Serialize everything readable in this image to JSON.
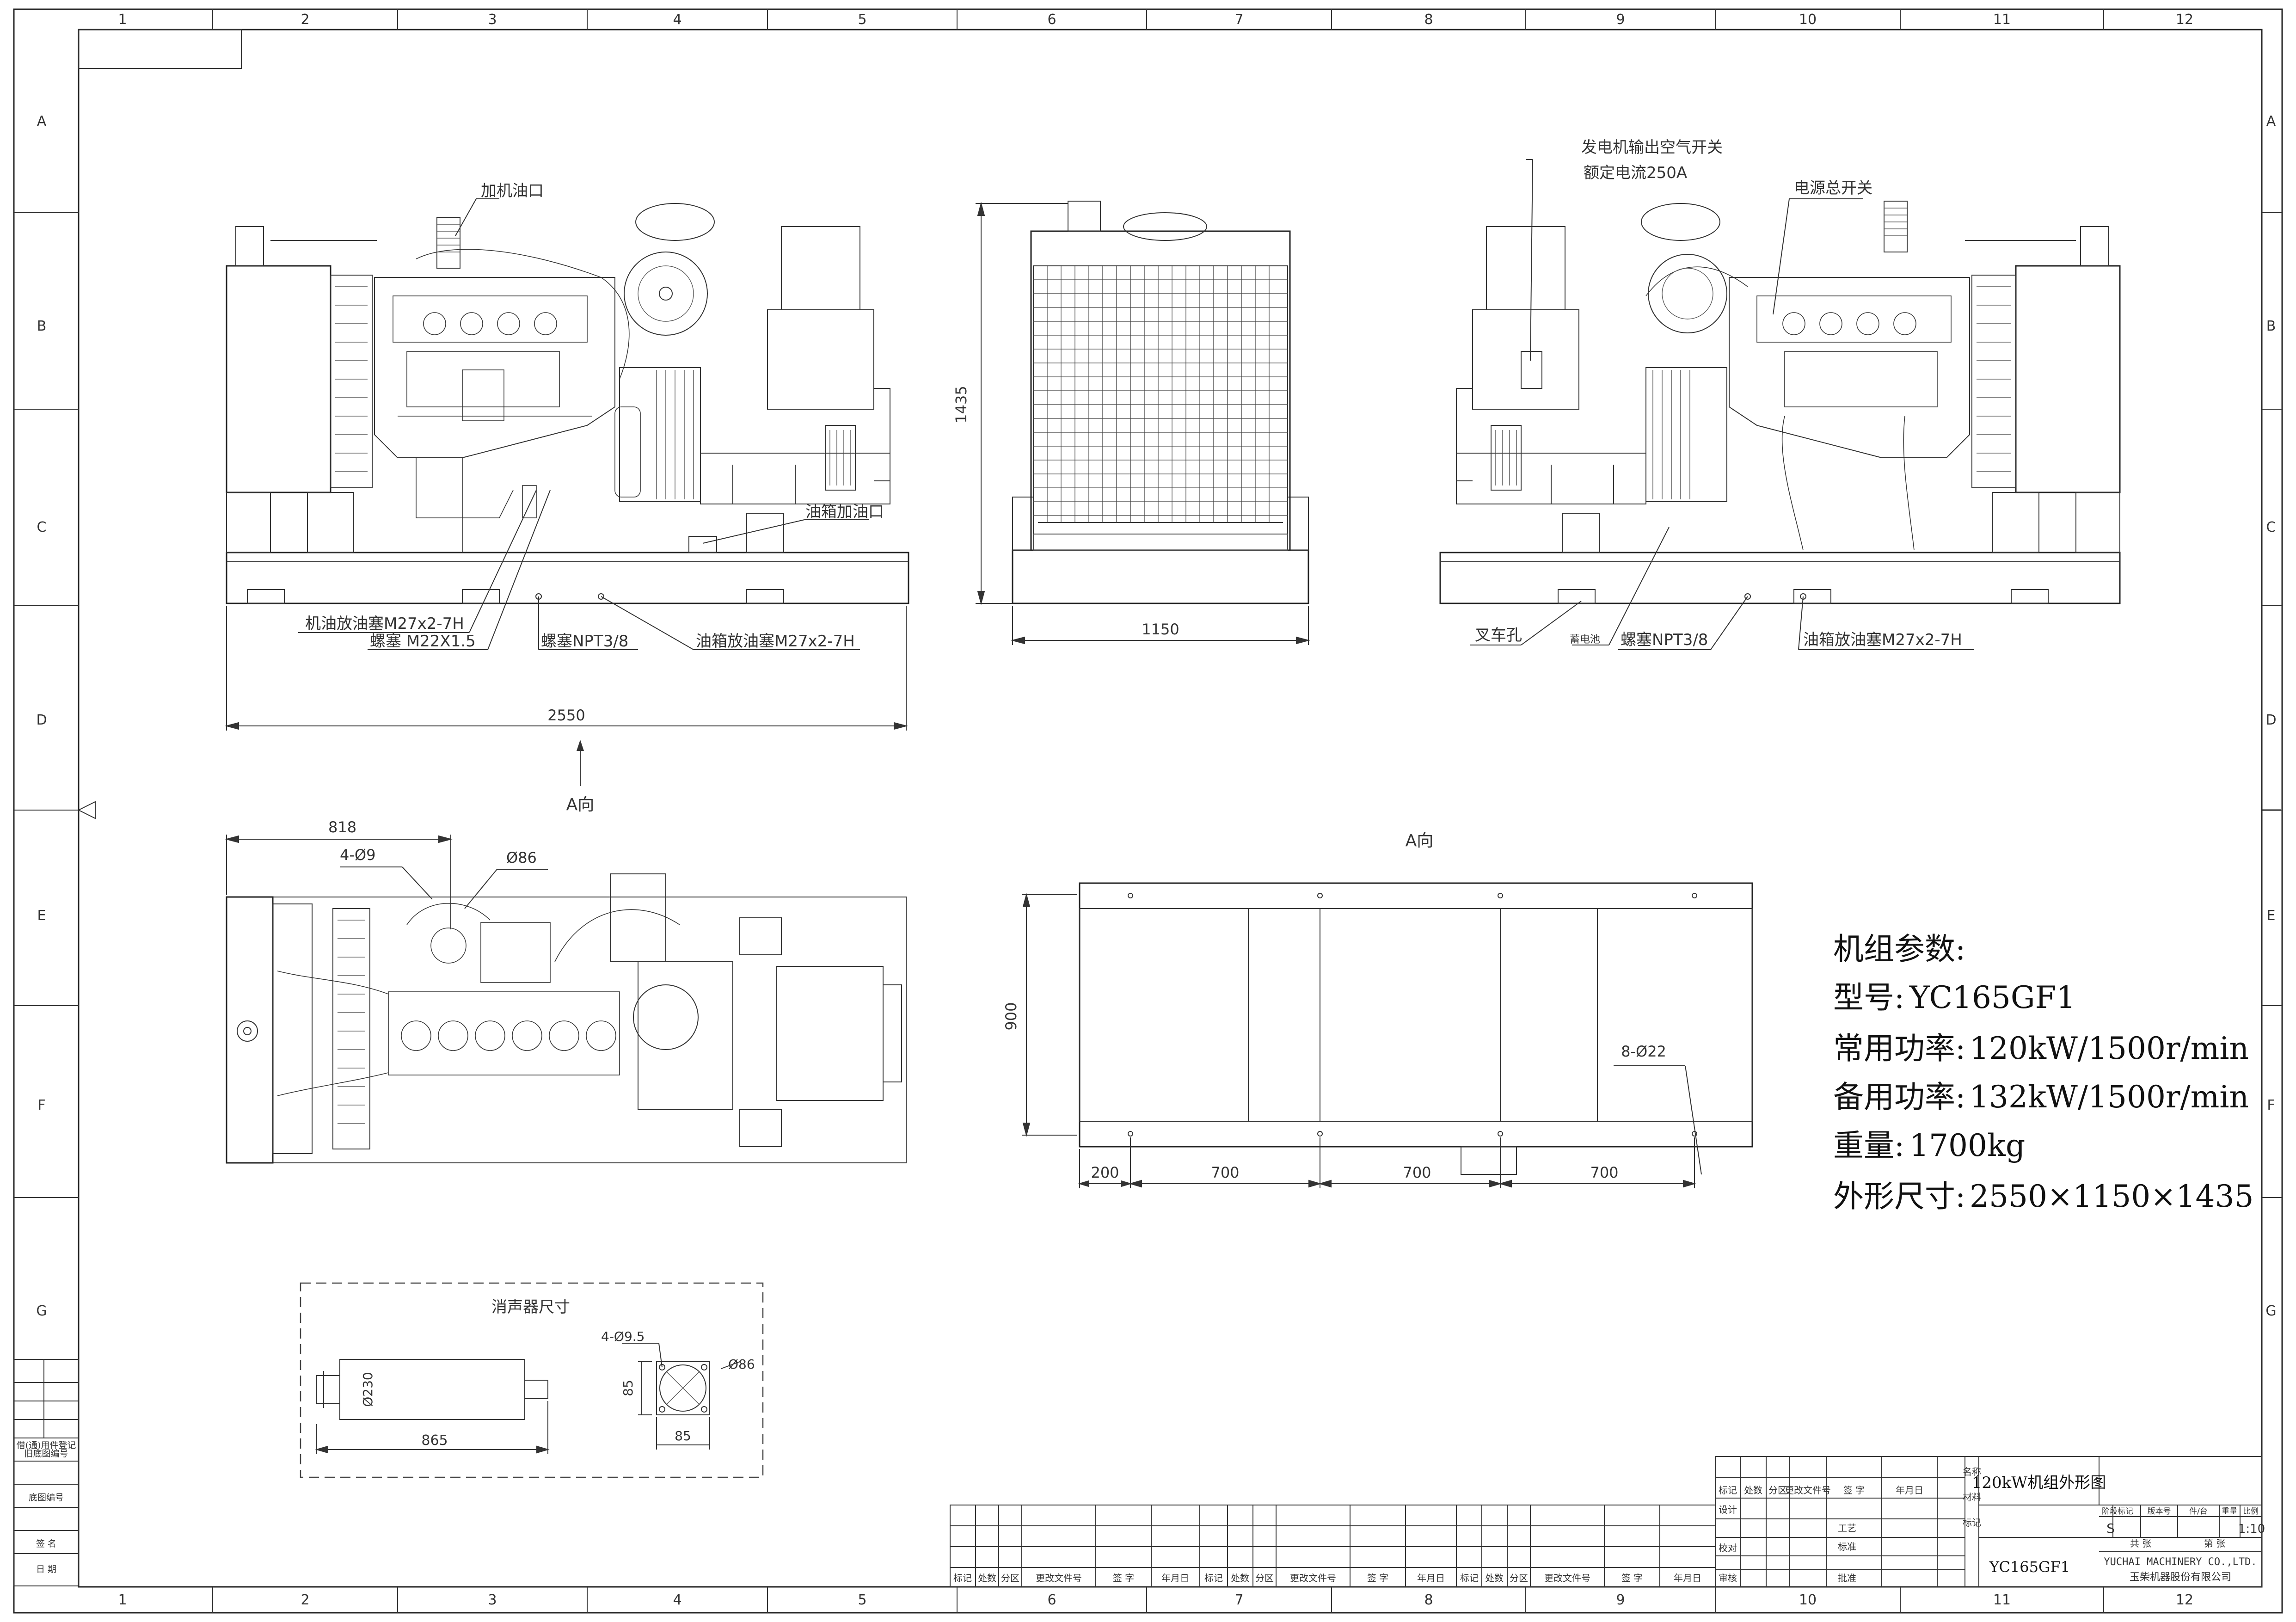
{
  "frame": {
    "col_numbers": [
      "1",
      "2",
      "3",
      "4",
      "5",
      "6",
      "7",
      "8",
      "9",
      "10",
      "11",
      "12"
    ],
    "row_letters": [
      "A",
      "B",
      "C",
      "D",
      "E",
      "F",
      "G"
    ]
  },
  "views": {
    "left_side": {
      "callouts": {
        "oil_fill": "加机油口",
        "tank_fill": "油箱加油口",
        "oil_drain": "机油放油塞M27x2-7H",
        "plug_m22": "螺塞 M22X1.5",
        "plug_npt": "螺塞NPT3/8",
        "tank_drain": "油箱放油塞M27x2-7H"
      },
      "dim_length": "2550"
    },
    "end_view": {
      "dim_height": "1435",
      "dim_width": "1150"
    },
    "right_side": {
      "callouts": {
        "breaker": "发电机输出空气开关",
        "rated_current": "额定电流250A",
        "main_switch": "电源总开关",
        "forklift": "叉车孔",
        "battery": "蓄电池",
        "plug_npt": "螺塞NPT3/8",
        "tank_drain": "油箱放油塞M27x2-7H"
      }
    },
    "view_a_arrow": "A向",
    "plan": {
      "dim_818": "818",
      "holes_4": "4-Ø9",
      "dia_86": "Ø86"
    },
    "base": {
      "title": "A向",
      "dim_900": "900",
      "holes_8": "8-Ø22",
      "d200": "200",
      "d700a": "700",
      "d700b": "700",
      "d700c": "700"
    },
    "muffler": {
      "title": "消声器尺寸",
      "d230": "Ø230",
      "l865": "865",
      "holes": "4-Ø9.5",
      "d86": "Ø86",
      "v85": "85",
      "h85": "85"
    }
  },
  "params": {
    "heading": "机组参数:",
    "model_label": "型号:",
    "model_value": "YC165GF1",
    "prime_label": "常用功率:",
    "prime_value": "120kW/1500r/min",
    "standby_label": "备用功率:",
    "standby_value": "132kW/1500r/min",
    "weight_label": "重量:",
    "weight_value": "1700kg",
    "dims_label": "外形尺寸:",
    "dims_value": "2550×1150×1435"
  },
  "title_block": {
    "drawing_name": "120kW机组外形图",
    "code": "YC165GF1",
    "company_en": "YUCHAI MACHINERY CO.,LTD.",
    "company_cn": "玉柴机器股份有限公司",
    "scale": "1:10",
    "stage_mark": "S",
    "h_mark": "标记",
    "h_count": "处数",
    "h_zone": "分区",
    "h_doc": "更改文件号",
    "h_sign": "签 字",
    "h_date": "年月日",
    "r_design": "设计",
    "r_check": "校对",
    "r_review": "审核",
    "r_process": "工艺",
    "r_std": "标准",
    "r_approve": "批准",
    "c_name": "名称",
    "c_material": "材料",
    "c_mark": "标记",
    "c_stage": "阶段标记",
    "c_ver": "版本号",
    "c_pieces": "件/台",
    "c_weight": "重量",
    "c_scale": "比例",
    "c_total": "共 张",
    "c_sheet": "第 张"
  },
  "left_strip": {
    "cells": [
      "借(通)用件登记",
      "旧底图编号",
      "底图编号",
      "签 名",
      "日 期"
    ]
  }
}
